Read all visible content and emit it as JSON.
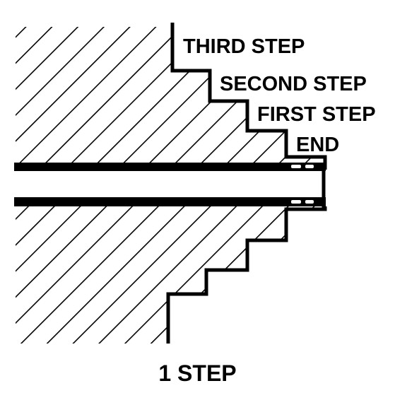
{
  "labels": {
    "third_step": "THIRD STEP",
    "second_step": "SECOND STEP",
    "first_step": "FIRST STEP",
    "end": "END"
  },
  "caption": "1 STEP",
  "colors": {
    "ink": "#000000",
    "paper": "#ffffff"
  }
}
